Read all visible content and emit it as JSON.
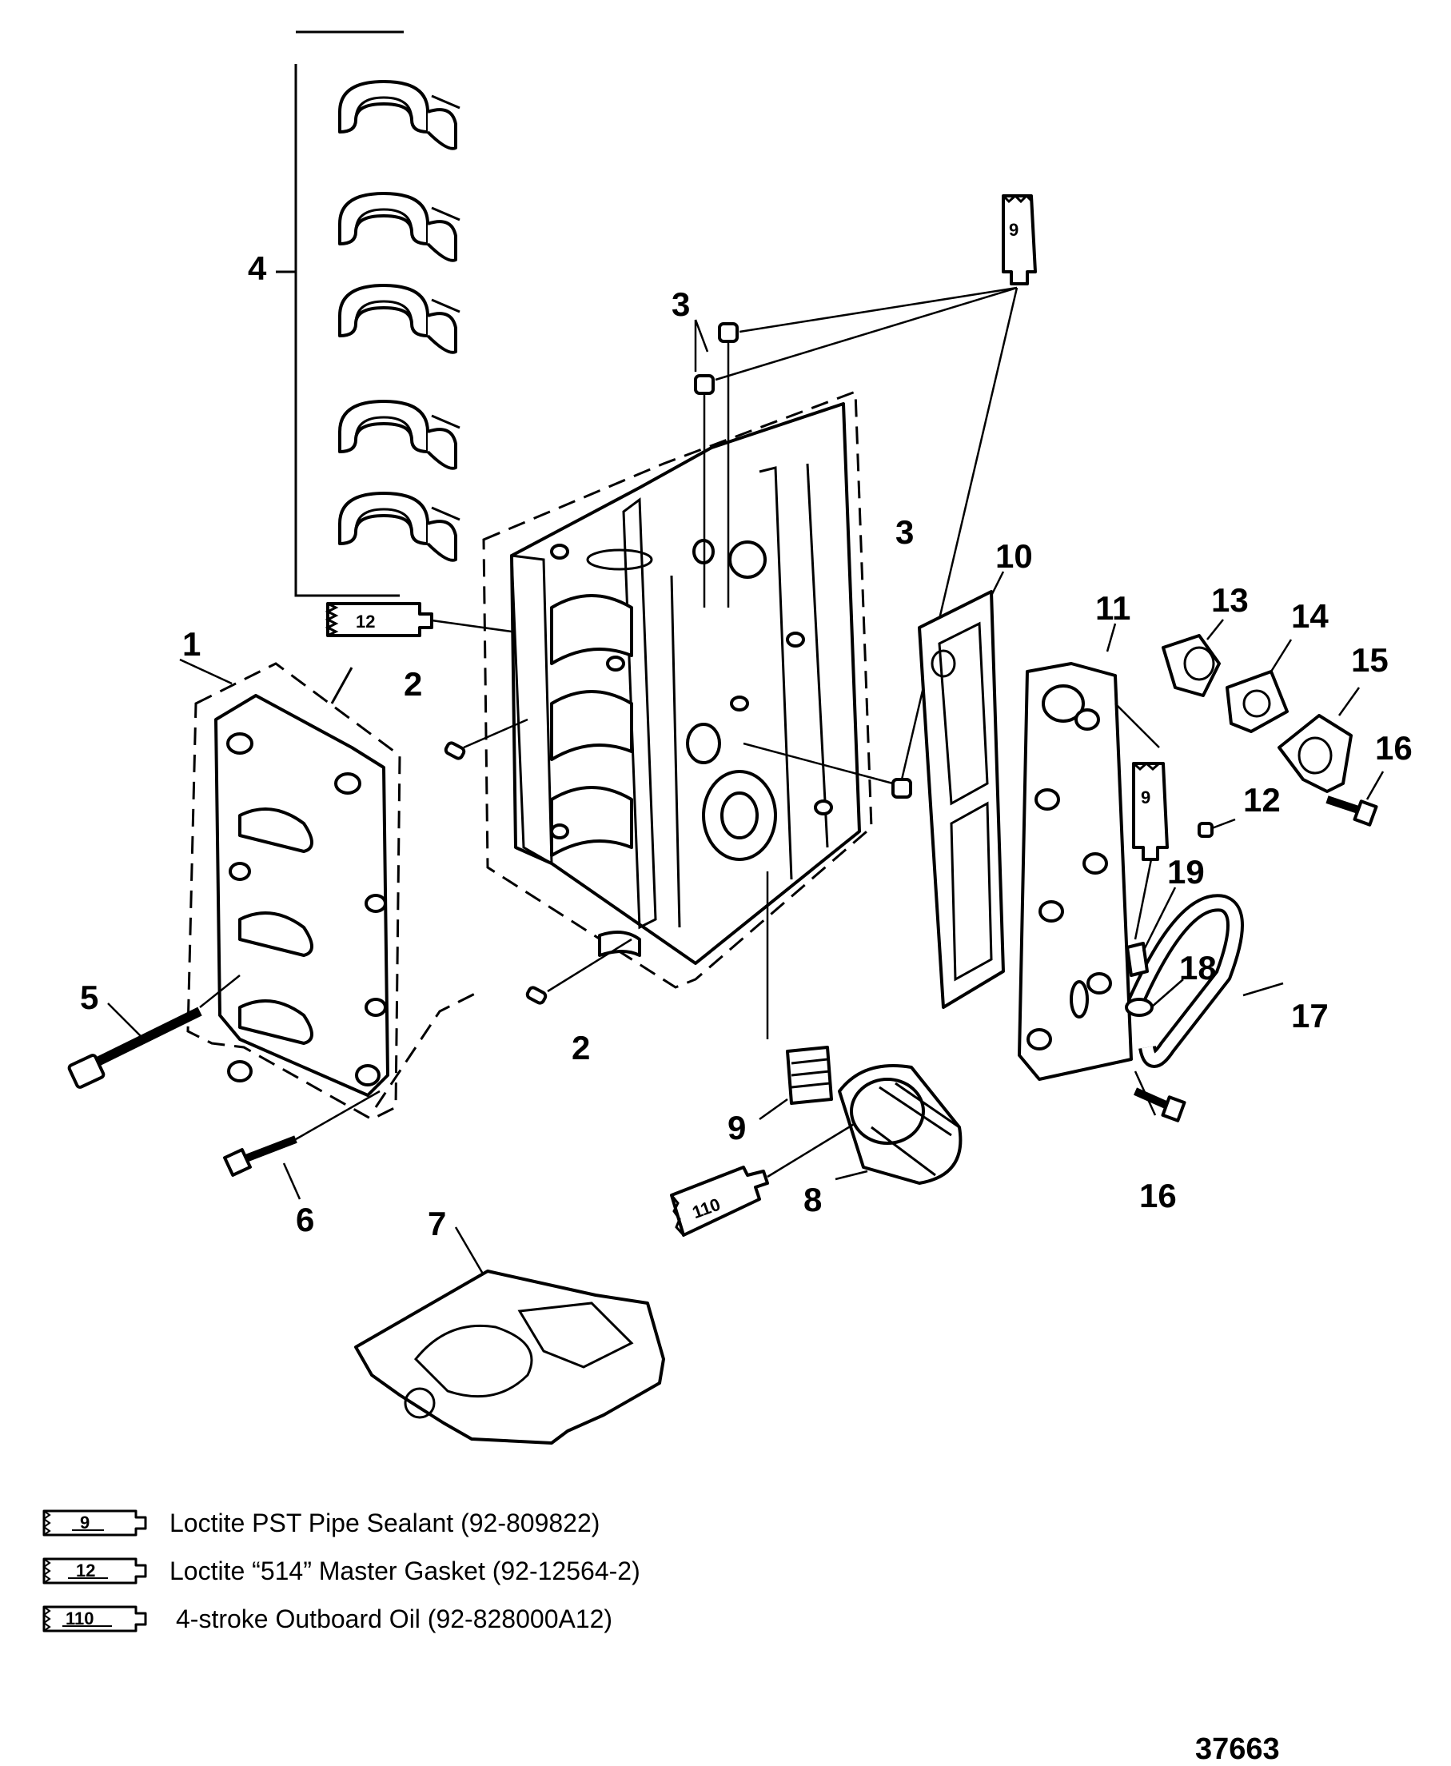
{
  "callouts": [
    {
      "id": "1",
      "text": "1"
    },
    {
      "id": "2a",
      "text": "2"
    },
    {
      "id": "2b",
      "text": "2"
    },
    {
      "id": "3a",
      "text": "3"
    },
    {
      "id": "3b",
      "text": "3"
    },
    {
      "id": "4",
      "text": "4"
    },
    {
      "id": "5",
      "text": "5"
    },
    {
      "id": "6",
      "text": "6"
    },
    {
      "id": "7",
      "text": "7"
    },
    {
      "id": "8",
      "text": "8"
    },
    {
      "id": "9",
      "text": "9"
    },
    {
      "id": "10",
      "text": "10"
    },
    {
      "id": "11",
      "text": "11"
    },
    {
      "id": "12",
      "text": "12"
    },
    {
      "id": "13",
      "text": "13"
    },
    {
      "id": "14",
      "text": "14"
    },
    {
      "id": "15",
      "text": "15"
    },
    {
      "id": "16a",
      "text": "16"
    },
    {
      "id": "16b",
      "text": "16"
    },
    {
      "id": "17",
      "text": "17"
    },
    {
      "id": "18",
      "text": "18"
    },
    {
      "id": "19",
      "text": "19"
    }
  ],
  "sealant_tubes": {
    "tube9_top": "9",
    "tube9_side": "9",
    "tube12": "12",
    "tube110": "110"
  },
  "legend": [
    {
      "code": "9",
      "text": "Loctite PST Pipe Sealant (92-809822)"
    },
    {
      "code": "12",
      "text": "Loctite “514” Master Gasket (92-12564-2)"
    },
    {
      "code": "110",
      "text": "4-stroke Outboard Oil (92-828000A12)"
    }
  ],
  "figure_number": "37663"
}
